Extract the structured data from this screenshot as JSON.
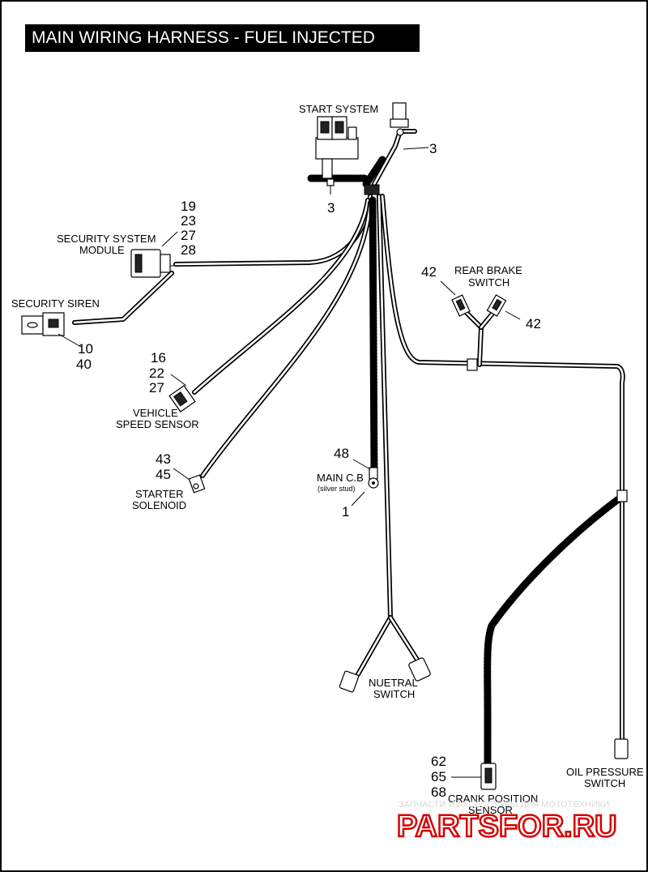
{
  "title": "MAIN WIRING HARNESS - FUEL INJECTED",
  "labels": {
    "start_system": "START SYSTEM",
    "security_system_module_1": "SECURITY SYSTEM",
    "security_system_module_2": "MODULE",
    "security_siren": "SECURITY SIREN",
    "rear_brake_switch_1": "REAR BRAKE",
    "rear_brake_switch_2": "SWITCH",
    "vehicle_speed_sensor_1": "VEHICLE",
    "vehicle_speed_sensor_2": "SPEED SENSOR",
    "starter_solenoid_1": "STARTER",
    "starter_solenoid_2": "SOLENOID",
    "main_cb": "MAIN C.B",
    "silver_stud": "(silver stud)",
    "neutral_switch_1": "NUETRAL",
    "neutral_switch_2": "SWITCH",
    "oil_pressure_switch_1": "OIL PRESSURE",
    "oil_pressure_switch_2": "SWITCH",
    "crank_position_sensor_1": "CRANK POSITION",
    "crank_position_sensor_2": "SENSOR"
  },
  "callouts": {
    "start_right": "3",
    "start_bottom": "3",
    "module": [
      "19",
      "23",
      "27",
      "28"
    ],
    "siren": [
      "10",
      "40"
    ],
    "brake_left": "42",
    "brake_right": "42",
    "speed_sensor": [
      "16",
      "22",
      "27"
    ],
    "solenoid": [
      "43",
      "45"
    ],
    "main_cb_top": "48",
    "main_cb_bottom": "1",
    "crank": [
      "62",
      "65",
      "68"
    ]
  },
  "watermark": {
    "top": "ЗАПЧАСТИ И АКСЕССУАРЫ ДЛЯ МОТОТЕХНИКИ",
    "brand": "PARTSFOR.RU"
  }
}
